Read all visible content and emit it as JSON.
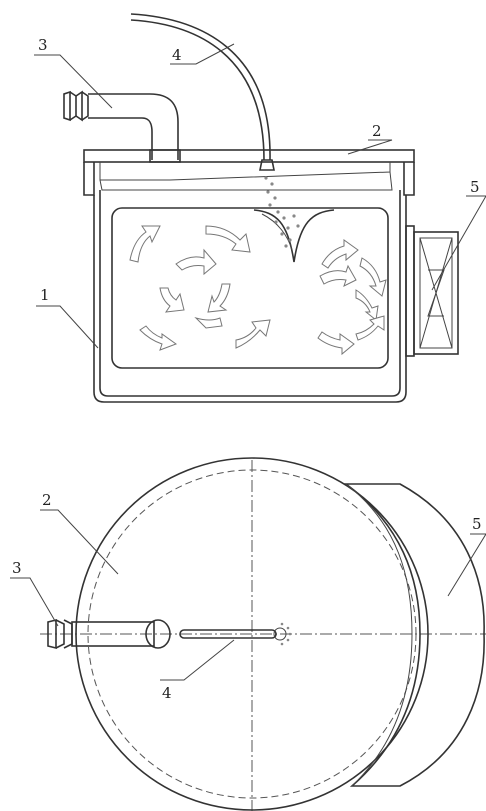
{
  "figure_top": {
    "labels": {
      "vessel": "1",
      "lid": "2",
      "inlet_pipe": "3",
      "feed_tube": "4",
      "drive_unit": "5"
    }
  },
  "figure_bottom": {
    "labels": {
      "lid": "2",
      "inlet_pipe": "3",
      "feed_tube": "4",
      "drive_unit": "5"
    }
  }
}
